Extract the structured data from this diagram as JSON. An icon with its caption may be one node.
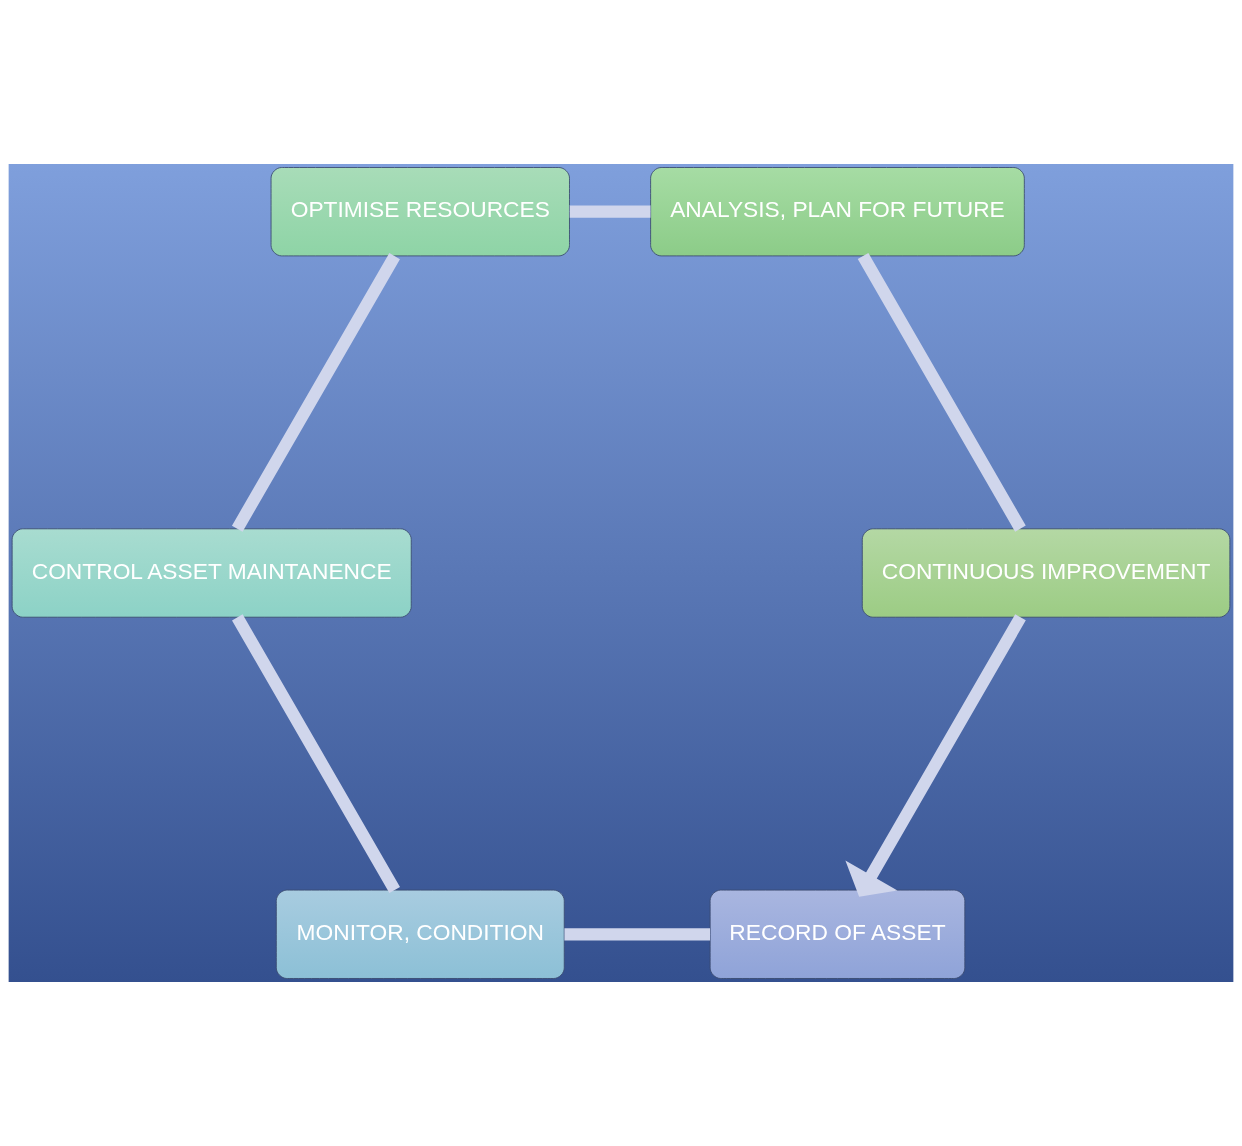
{
  "diagram": {
    "nodes": [
      {
        "text": [
          "RECORD OF ASSET"
        ]
      },
      {
        "text": [
          "MONITOR, CONDITION"
        ]
      },
      {
        "text": [
          "CONTROL ASSET MAINTANENCE"
        ]
      },
      {
        "text": [
          "OPTIMISE RESOURCES"
        ]
      },
      {
        "text": [
          "ANALYSIS, PLAN FOR FUTURE"
        ]
      },
      {
        "text": [
          "CONTINUOUS IMPROVEMENT"
        ]
      }
    ],
    "edges": [
      {
        "from": 0,
        "to": 1,
        "arrow": "none"
      },
      {
        "from": 1,
        "to": 2,
        "arrow": "none"
      },
      {
        "from": 2,
        "to": 3,
        "arrow": "none"
      },
      {
        "from": 3,
        "to": 4,
        "arrow": "none"
      },
      {
        "from": 4,
        "to": 5,
        "arrow": "none"
      },
      {
        "from": 5,
        "to": 0,
        "arrow": "to"
      }
    ]
  }
}
